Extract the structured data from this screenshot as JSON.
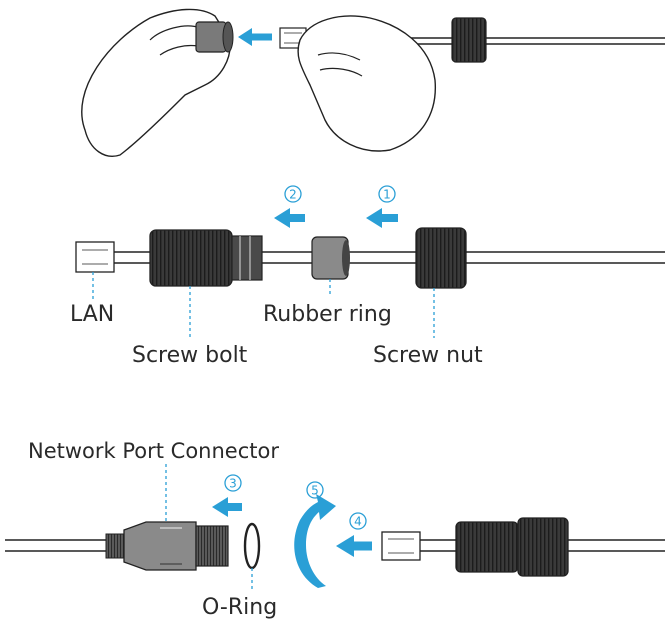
{
  "labels": {
    "lan": "LAN",
    "rubber_ring": "Rubber ring",
    "screw_bolt": "Screw bolt",
    "screw_nut": "Screw nut",
    "network_port_connector": "Network Port Connector",
    "o_ring": "O-Ring"
  },
  "steps": {
    "s1": "1",
    "s2": "2",
    "s3": "3",
    "s4": "4",
    "s5": "5"
  },
  "colors": {
    "arrow": "#2a9fd6",
    "part_dark": "#3a3a3a",
    "part_gray": "#8a8a8a",
    "outline": "#222222"
  },
  "icons": {
    "arrow": "arrow-left-icon",
    "curved_arrow": "curved-arrow-icon",
    "step_badge": "circled-number-icon"
  }
}
